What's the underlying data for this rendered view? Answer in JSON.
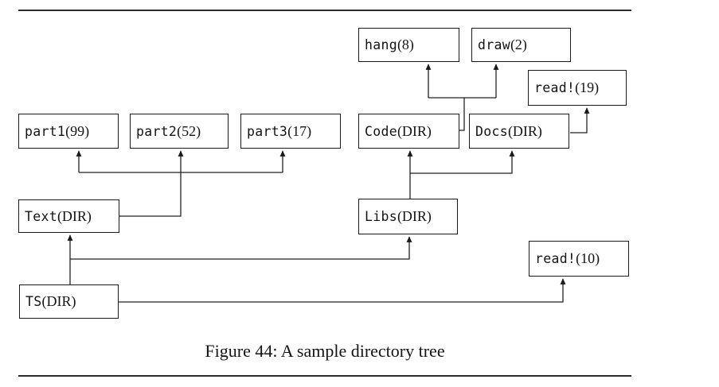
{
  "figure": {
    "caption": "Figure 44: A sample directory tree"
  },
  "nodes": {
    "hang": {
      "name": "hang",
      "count": "(8)"
    },
    "draw": {
      "name": "draw",
      "count": "(2)"
    },
    "read19": {
      "name": "read!",
      "count": "(19)"
    },
    "part1": {
      "name": "part1",
      "count": "(99)"
    },
    "part2": {
      "name": "part2",
      "count": "(52)"
    },
    "part3": {
      "name": "part3",
      "count": "(17)"
    },
    "code": {
      "name": "Code",
      "count": "(DIR)"
    },
    "docs": {
      "name": "Docs",
      "count": "(DIR)"
    },
    "text": {
      "name": "Text",
      "count": "(DIR)"
    },
    "libs": {
      "name": "Libs",
      "count": "(DIR)"
    },
    "read10": {
      "name": "read!",
      "count": "(10)"
    },
    "ts": {
      "name": "TS",
      "count": "(DIR)"
    }
  },
  "edges": [
    {
      "from": "TS (DIR)",
      "to": "Text (DIR)"
    },
    {
      "from": "TS (DIR)",
      "to": "Libs (DIR)"
    },
    {
      "from": "TS (DIR)",
      "to": "read! (10)"
    },
    {
      "from": "Text (DIR)",
      "to": "part1 (99)"
    },
    {
      "from": "Text (DIR)",
      "to": "part2 (52)"
    },
    {
      "from": "Text (DIR)",
      "to": "part3 (17)"
    },
    {
      "from": "Libs (DIR)",
      "to": "Code (DIR)"
    },
    {
      "from": "Libs (DIR)",
      "to": "Docs (DIR)"
    },
    {
      "from": "Code (DIR)",
      "to": "hang (8)"
    },
    {
      "from": "Code (DIR)",
      "to": "draw (2)"
    },
    {
      "from": "Docs (DIR)",
      "to": "read! (19)"
    }
  ],
  "colors": {
    "line": "#222222",
    "box_border": "#1a1a1a",
    "text": "#141414",
    "background": "#ffffff"
  }
}
